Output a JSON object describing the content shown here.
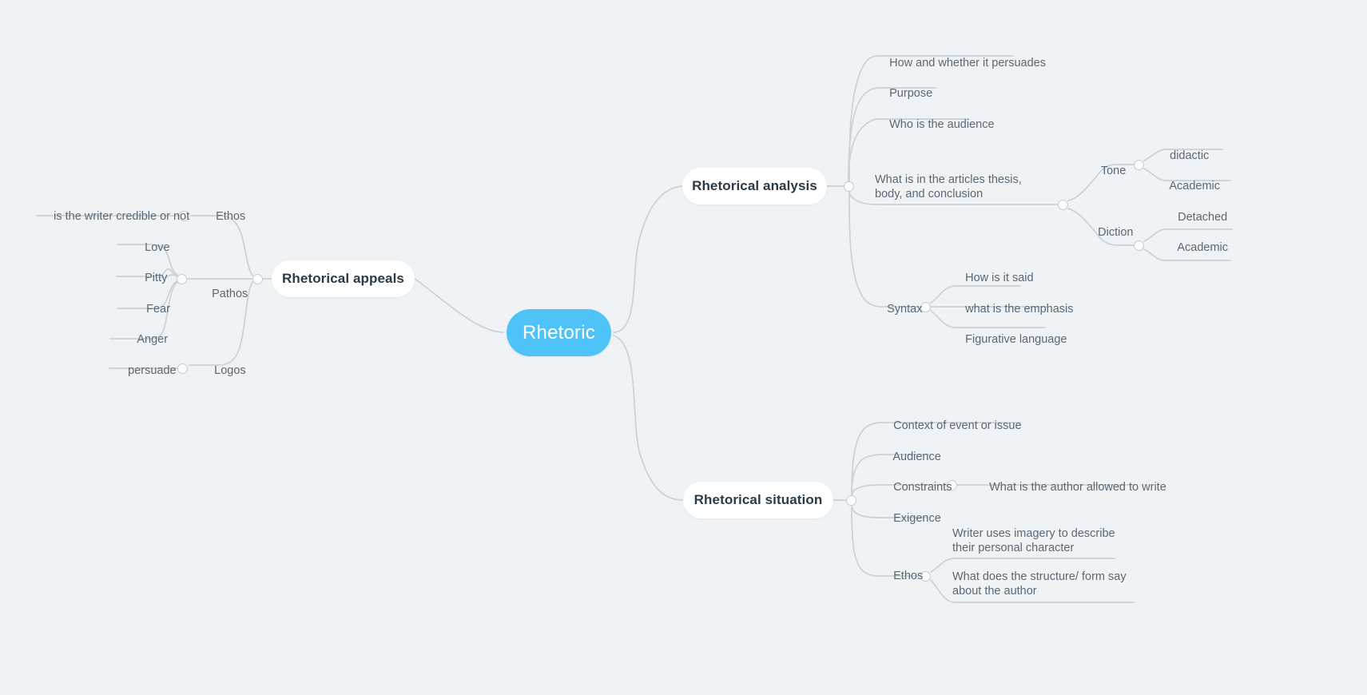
{
  "canvas": {
    "background": "#eff3f6",
    "edge_color": "#c9d2d8",
    "root_color": "#4fc3f7",
    "branch_bg": "#ffffff",
    "branch_text_color": "#2b3a47",
    "leaf_text_color": "#5a6874"
  },
  "root": {
    "label": "Rhetoric"
  },
  "branches": {
    "rhetorical_analysis": {
      "label": "Rhetorical analysis"
    },
    "rhetorical_appeals": {
      "label": "Rhetorical appeals"
    },
    "rhetorical_situation": {
      "label": "Rhetorical situation"
    }
  },
  "analysis_children": [
    {
      "label": "How and whether it persuades"
    },
    {
      "label": "Purpose"
    },
    {
      "label": "Who is the audience"
    },
    {
      "label": "What is in the articles thesis, body, and conclusion"
    },
    {
      "label": "Syntax"
    }
  ],
  "analysis_style": [
    {
      "label": "Tone"
    },
    {
      "label": "Diction"
    }
  ],
  "tone_children": [
    {
      "label": "didactic"
    },
    {
      "label": "Academic"
    }
  ],
  "diction_children": [
    {
      "label": "Detached"
    },
    {
      "label": "Academic"
    }
  ],
  "syntax_children": [
    {
      "label": "How is it said"
    },
    {
      "label": "what is the emphasis"
    },
    {
      "label": "Figurative language"
    }
  ],
  "appeals_children": [
    {
      "label": "Ethos"
    },
    {
      "label": "Pathos"
    },
    {
      "label": "Logos"
    }
  ],
  "ethos_children": [
    {
      "label": "is the writer credible or not"
    }
  ],
  "pathos_children": [
    {
      "label": "Love"
    },
    {
      "label": "Pitty"
    },
    {
      "label": "Fear"
    },
    {
      "label": "Anger"
    }
  ],
  "logos_children": [
    {
      "label": "persuade"
    }
  ],
  "situation_children": [
    {
      "label": "Context of event or issue"
    },
    {
      "label": "Audience"
    },
    {
      "label": "Constraints"
    },
    {
      "label": "Exigence"
    },
    {
      "label": "Ethos"
    }
  ],
  "constraints_children": [
    {
      "label": "What is the author allowed to write"
    }
  ],
  "situation_ethos_children": [
    {
      "label": "Writer uses imagery to describe their personal character"
    },
    {
      "label": "What does the structure/ form say about the author"
    }
  ]
}
